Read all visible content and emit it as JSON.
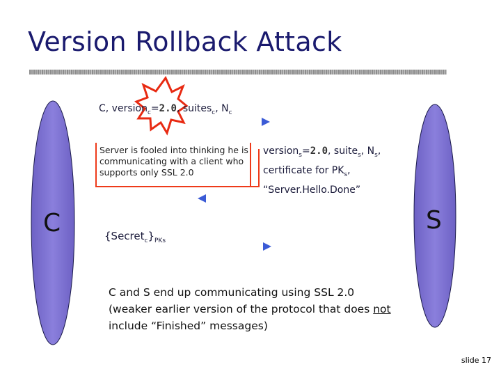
{
  "title": "Version Rollback Attack",
  "parties": {
    "client": "C",
    "server": "S"
  },
  "messages": {
    "m1": {
      "prefix": "C, version",
      "sub1": "c",
      "eq": "=",
      "version": "2.0",
      "mid": ", suites",
      "sub2": "c",
      "sep": ", N",
      "sub3": "c"
    },
    "m2": {
      "line1_a": "version",
      "line1_sub": "s",
      "line1_eq": "=",
      "line1_ver": "2.0",
      "line1_b": ", suite",
      "line1_sub2": "s",
      "line1_c": ", N",
      "line1_sub3": "s",
      "line1_d": ",",
      "line2_a": "certificate for PK",
      "line2_sub": "s",
      "line2_b": ",",
      "line3": "“Server.Hello.Done”"
    },
    "m3": {
      "open": "{Secret",
      "sub": "c",
      "close": "}",
      "key": "PKs"
    }
  },
  "attacker_note": "Server is fooled into thinking he is communicating with a client who supports only SSL 2.0",
  "conclusion": {
    "part1": "C and S end up communicating using SSL 2.0 (weaker earlier version of the protocol that does ",
    "emph": "not",
    "part2": " include “Finished” messages)"
  },
  "slide_label": "slide 17",
  "colors": {
    "title": "#1a1a6e",
    "arrow": "#3b5bd6",
    "ellipse": "#7b6fcf",
    "burst": "#e82a12",
    "box_border": "#ee3a1a"
  }
}
